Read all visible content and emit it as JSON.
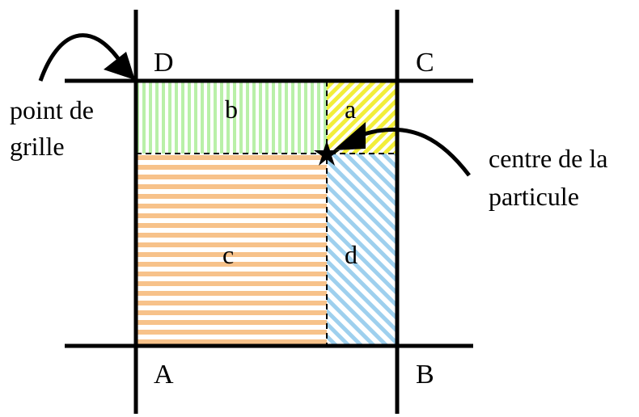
{
  "corners": {
    "a_label": "A",
    "b_label": "B",
    "c_label": "C",
    "d_label": "D"
  },
  "regions": {
    "a_label": "a",
    "b_label": "b",
    "c_label": "c",
    "d_label": "d"
  },
  "annotations": {
    "grid_point": [
      "point de",
      "grille"
    ],
    "particle_center": [
      "centre de la",
      "particule"
    ]
  },
  "colors": {
    "region_a": "#f2ee3a",
    "region_b": "#b9f0a8",
    "region_c": "#f7c28a",
    "region_d": "#9ed0ee",
    "lines": "#000000"
  }
}
